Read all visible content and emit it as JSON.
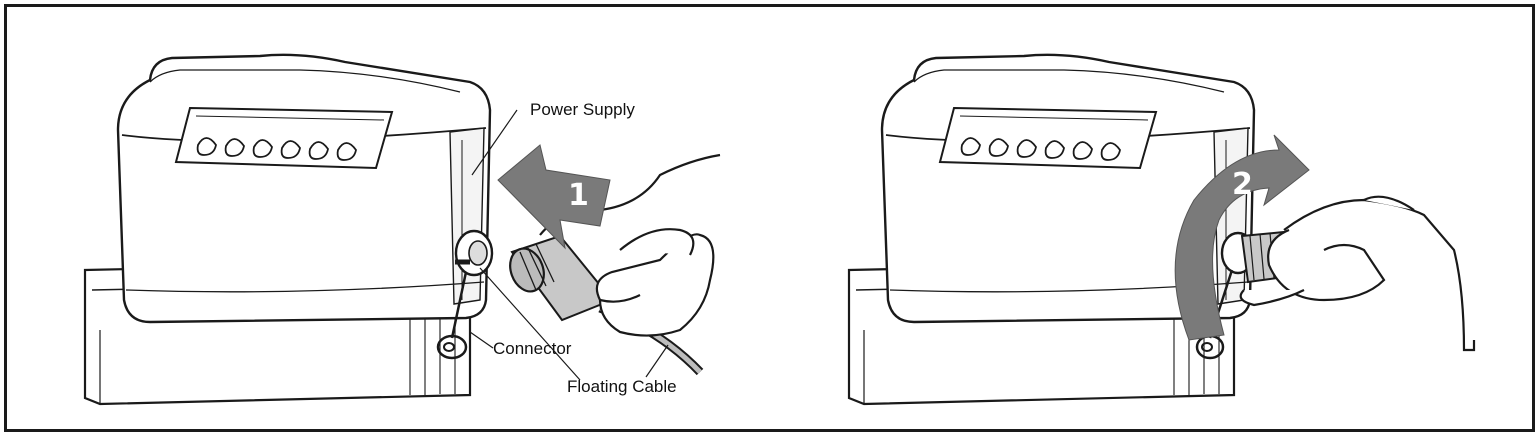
{
  "figure": {
    "panels": [
      {
        "step": "1",
        "callouts": {
          "power_supply": "Power Supply",
          "connector": "Connector",
          "floating_cable": "Floating Cable"
        }
      },
      {
        "step": "2"
      }
    ]
  },
  "colors": {
    "arrow_fill": "#7a7a7a",
    "outline": "#1a1a1a",
    "frame": "#1a1a1a"
  },
  "icons": [
    "power-supply-unit-icon",
    "hand-icon",
    "push-arrow-icon",
    "rotate-arrow-icon"
  ]
}
